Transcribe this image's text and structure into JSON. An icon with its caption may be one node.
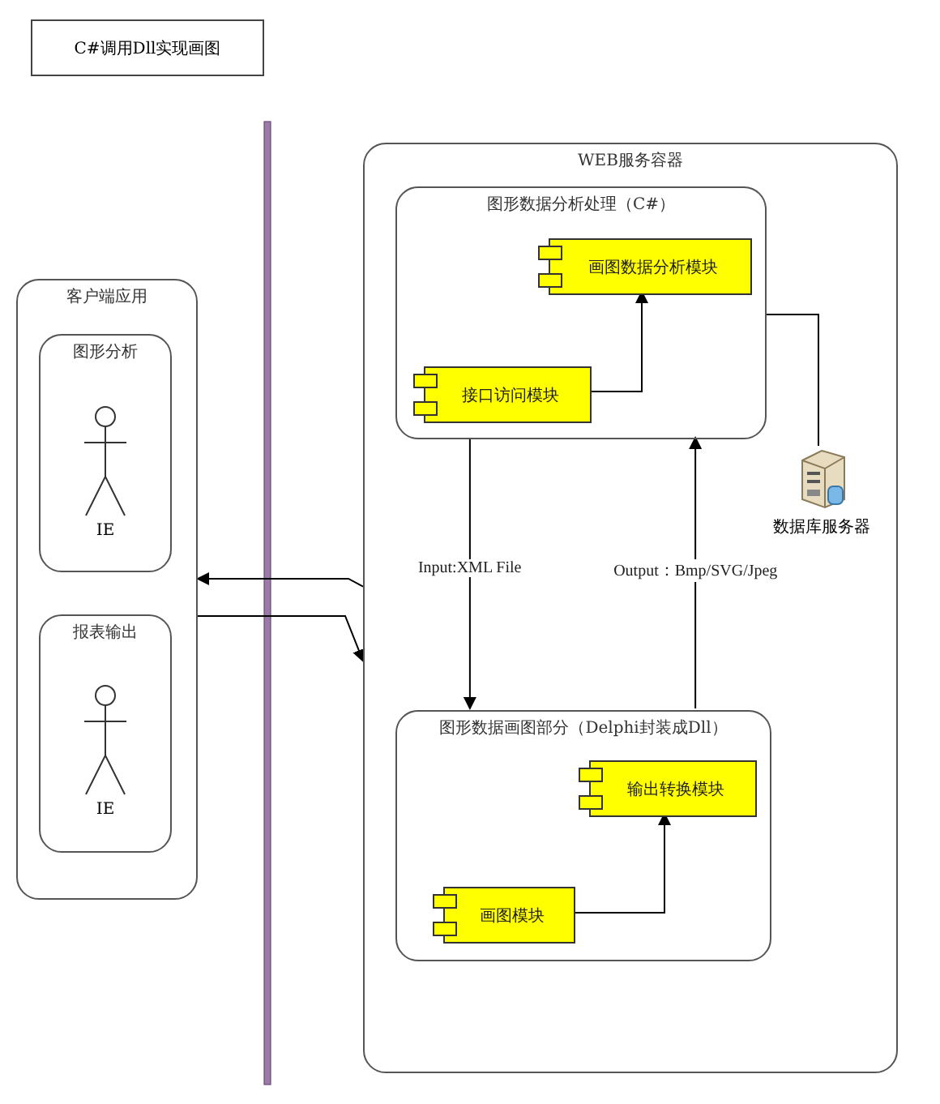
{
  "diagram": {
    "nodes": [
      {
        "text": [
          "C#调用Dll实现画图"
        ]
      },
      {
        "text": [
          "客户端应用"
        ]
      },
      {
        "text": [
          "图形分析"
        ],
        "in": 1
      },
      {
        "text": [
          "IE"
        ],
        "in": 2
      },
      {
        "text": [
          "报表输出"
        ],
        "in": 1
      },
      {
        "text": [
          "IE"
        ],
        "in": 4
      },
      {
        "text": [
          "WEB服务容器"
        ]
      },
      {
        "text": [
          "图形数据分析处理（C#）"
        ],
        "in": 6
      },
      {
        "text": [
          "画图数据分析模块"
        ],
        "in": 7
      },
      {
        "text": [
          "接口访问模块"
        ],
        "in": 7
      },
      {
        "text": [
          "数据库服务器"
        ],
        "in": 6
      },
      {
        "text": [
          "图形数据画图部分（Delphi封装成Dll）"
        ],
        "in": 6
      },
      {
        "text": [
          "输出转换模块"
        ],
        "in": 11
      },
      {
        "text": [
          "画图模块"
        ],
        "in": 11
      }
    ],
    "edges": [
      {
        "from": 9,
        "to": 8,
        "arrow": "to"
      },
      {
        "from": 7,
        "to": 10,
        "arrow": "none"
      },
      {
        "from": 7,
        "to": 11,
        "arrow": "to",
        "label": "Input:XML File"
      },
      {
        "from": 11,
        "to": 7,
        "arrow": "to",
        "label": "Output：Bmp/SVG/Jpeg"
      },
      {
        "from": 13,
        "to": 12,
        "arrow": "to"
      },
      {
        "from": 6,
        "to": 1,
        "arrow": "to"
      },
      {
        "from": 1,
        "to": 6,
        "arrow": "to"
      }
    ]
  }
}
